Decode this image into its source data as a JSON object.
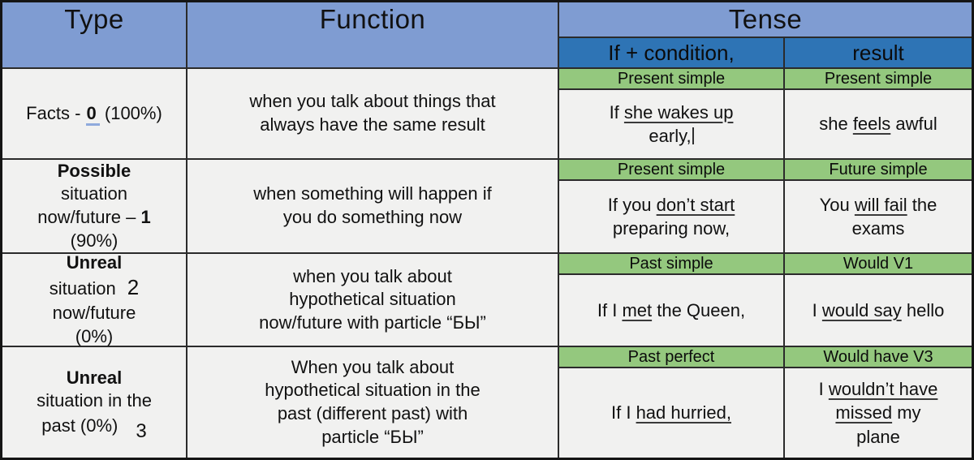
{
  "header": {
    "type": "Type",
    "function": "Function",
    "tense": "Tense",
    "if_condition": "If + condition,",
    "result": "result"
  },
  "colors": {
    "header_blue": "#7f9cd2",
    "subheader_blue": "#2e74b5",
    "tense_green": "#94c87e",
    "cell_bg": "#f1f1f0",
    "border": "#2b2b2b",
    "annotation_blue_underline": "#8faadc"
  },
  "rows": [
    {
      "type_lines": [
        [
          {
            "t": "Facts - "
          },
          {
            "t": "0",
            "blue_u": true
          },
          {
            "t": " (100%)"
          }
        ]
      ],
      "function_lines": [
        "when you talk about things that",
        "always have the same result"
      ],
      "if_tense": "Present simple",
      "result_tense": "Present simple",
      "if_segments": [
        {
          "t": "If "
        },
        {
          "t": "she wakes up",
          "u": true
        },
        {
          "br": true
        },
        {
          "t": "early,"
        },
        {
          "caret": true
        }
      ],
      "result_segments": [
        {
          "t": "she "
        },
        {
          "t": "feels",
          "u": true
        },
        {
          "t": " awful"
        }
      ]
    },
    {
      "type_lines": [
        [
          {
            "t": "Possible",
            "b": true
          }
        ],
        [
          {
            "t": "situation"
          }
        ],
        [
          {
            "t": "now/future – "
          },
          {
            "t": "1",
            "b": true
          }
        ],
        [
          {
            "t": "(90%)"
          }
        ]
      ],
      "function_lines": [
        "when something will happen if",
        "you do something now"
      ],
      "if_tense": "Present simple",
      "result_tense": "Future simple",
      "if_segments": [
        {
          "t": "If you "
        },
        {
          "t": "don’t start",
          "u": true
        },
        {
          "br": true
        },
        {
          "t": "preparing now,"
        }
      ],
      "result_segments": [
        {
          "t": "You "
        },
        {
          "t": "will fail",
          "u": true
        },
        {
          "t": " the"
        },
        {
          "br": true
        },
        {
          "t": "exams"
        }
      ]
    },
    {
      "type_lines": [
        [
          {
            "t": "Unreal",
            "b": true
          }
        ],
        [
          {
            "t": "situation "
          },
          {
            "t": "2",
            "num2": true
          }
        ],
        [
          {
            "t": "now/future"
          }
        ],
        [
          {
            "t": "(0%)"
          }
        ]
      ],
      "function_lines": [
        "when you talk about",
        "hypothetical situation",
        "now/future with particle “БЫ”"
      ],
      "if_tense": "Past simple",
      "result_tense": "Would V1",
      "if_segments": [
        {
          "t": "If I "
        },
        {
          "t": "met",
          "u": true
        },
        {
          "t": " the Queen,"
        }
      ],
      "result_segments": [
        {
          "t": "I "
        },
        {
          "t": "would say",
          "u": true
        },
        {
          "t": " hello"
        }
      ]
    },
    {
      "type_lines": [
        [
          {
            "t": "Unreal",
            "b": true
          }
        ],
        [
          {
            "t": "situation in the"
          }
        ],
        [
          {
            "t": "past (0%)"
          },
          {
            "t": "3",
            "num3": true
          }
        ]
      ],
      "function_lines": [
        "When you talk about",
        "hypothetical situation in the",
        "past (different past) with",
        "particle “БЫ”"
      ],
      "if_tense": "Past perfect",
      "result_tense": "Would have V3",
      "if_segments": [
        {
          "t": "If I "
        },
        {
          "t": "had hurried,",
          "u": true
        }
      ],
      "result_segments": [
        {
          "t": "I "
        },
        {
          "t": "wouldn’t have",
          "u": true
        },
        {
          "br": true
        },
        {
          "t": "missed",
          "u": true
        },
        {
          "t": " my"
        },
        {
          "br": true
        },
        {
          "t": "plane"
        }
      ]
    }
  ]
}
